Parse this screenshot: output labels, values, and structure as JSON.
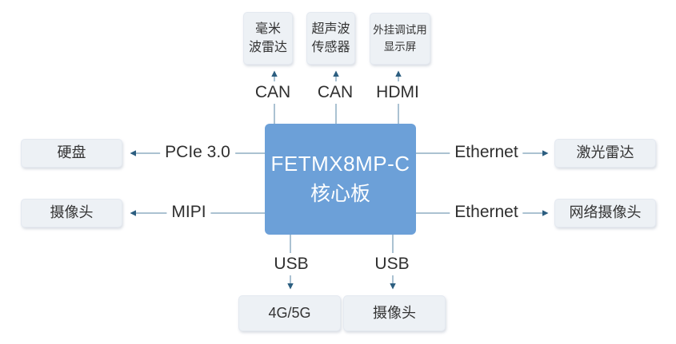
{
  "diagram": {
    "core_board": {
      "title": "FETMX8MP-C",
      "subtitle": "核心板"
    },
    "nodes": {
      "mmwave_radar": {
        "line1": "毫米",
        "line2": "波雷达"
      },
      "ultrasonic_sensor": {
        "line1": "超声波",
        "line2": "传感器"
      },
      "external_debug_display": {
        "line1": "外挂调试用",
        "line2": "显示屏"
      },
      "hard_disk": {
        "label": "硬盘"
      },
      "camera_left": {
        "label": "摄像头"
      },
      "lidar": {
        "label": "激光雷达"
      },
      "network_camera": {
        "label": "网络摄像头"
      },
      "module_4g_5g": {
        "label": "4G/5G"
      },
      "camera_bottom": {
        "label": "摄像头"
      }
    },
    "connections": {
      "can_1": "CAN",
      "can_2": "CAN",
      "hdmi": "HDMI",
      "pcie": "PCIe 3.0",
      "mipi": "MIPI",
      "ethernet_1": "Ethernet",
      "ethernet_2": "Ethernet",
      "usb_1": "USB",
      "usb_2": "USB"
    },
    "colors": {
      "core_fill": "#6CA0D8",
      "core_text": "#FFFFFF",
      "node_fill": "#EDF1F5",
      "node_border": "#E4E9F0",
      "node_text": "#333333",
      "connector_line": "#8FADC2",
      "arrowhead": "#2C5E80",
      "bus_label_text": "#2F2F2F",
      "background": "#FFFFFF"
    }
  }
}
